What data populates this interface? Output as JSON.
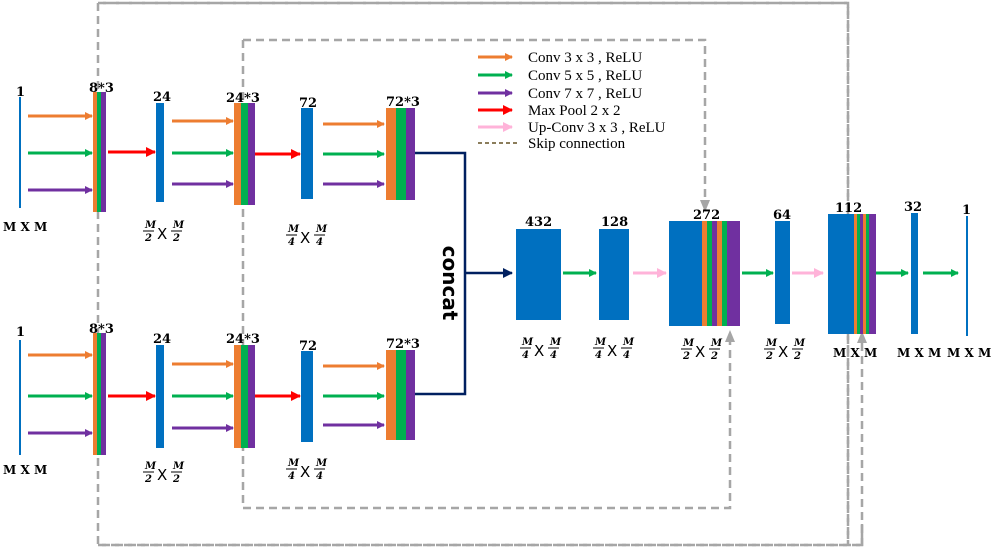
{
  "legend": {
    "conv3": "Conv 3 x 3 , ReLU",
    "conv5": "Conv 5 x 5 , ReLU",
    "conv7": "Conv 7 x 7 , ReLU",
    "maxpool": "Max Pool 2 x 2",
    "upconv": "Up-Conv 3 x 3 , ReLU",
    "skip": "Skip connection"
  },
  "colors": {
    "blue": "#0070C0",
    "orange": "#ED7D31",
    "green": "#00B050",
    "purple": "#7030A0",
    "red": "#FF0000",
    "pink": "#FFB3D9",
    "navy": "#002060",
    "skip_gray": "#A6A6A6",
    "skip_legend": "#8B7D5B"
  },
  "branch_top": {
    "in_channels": "1",
    "in_size": "M X M",
    "b1_channels": "8*3",
    "pool1_channels": "24",
    "b2_channels": "24*3",
    "pool2_channels": "72",
    "b3_channels": "72*3"
  },
  "branch_bottom": {
    "in_channels": "1",
    "in_size": "M X M",
    "b1_channels": "8*3",
    "pool1_channels": "24",
    "b2_channels": "24*3",
    "pool2_channels": "72",
    "b3_channels": "72*3"
  },
  "concat_label": "concat",
  "decoder": {
    "c432": "432",
    "c128": "128",
    "c272": "272",
    "c64": "64",
    "c112": "112",
    "c32": "32",
    "c1": "1",
    "size_mxm": "M X M"
  },
  "fractions": {
    "num": "M",
    "den2": "2",
    "den4": "4",
    "times": "X"
  }
}
